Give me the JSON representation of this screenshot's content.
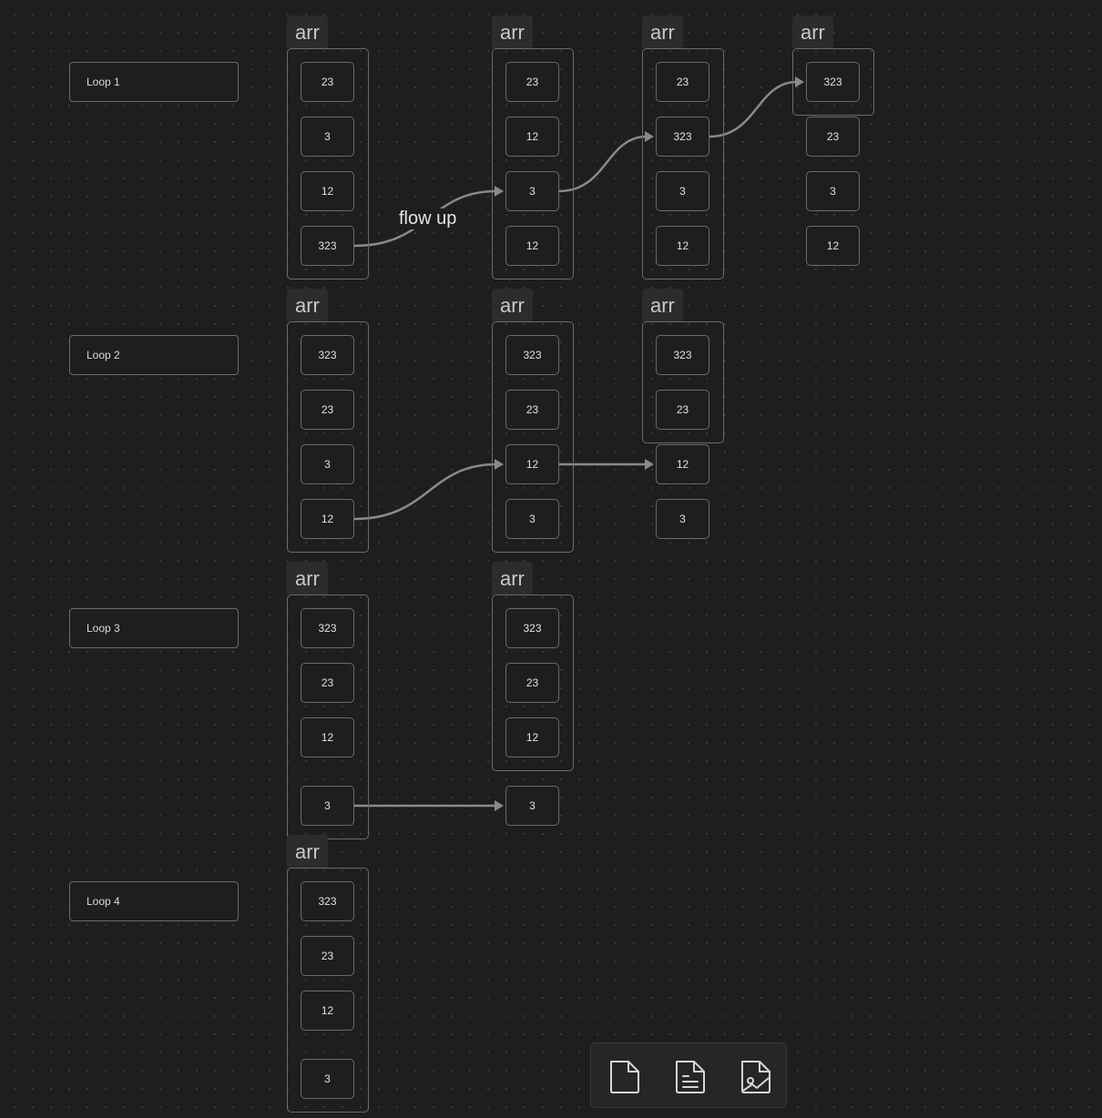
{
  "group_title": "arr",
  "edge_label": "flow up",
  "loops": [
    {
      "label": "Loop 1"
    },
    {
      "label": "Loop 2"
    },
    {
      "label": "Loop 3"
    },
    {
      "label": "Loop 4"
    }
  ],
  "columns": [
    {
      "loop": 0,
      "col": 0,
      "values": [
        "23",
        "3",
        "12",
        "323"
      ],
      "grouped": 4
    },
    {
      "loop": 0,
      "col": 1,
      "values": [
        "23",
        "12",
        "3",
        "12"
      ],
      "grouped": 4
    },
    {
      "loop": 0,
      "col": 2,
      "values": [
        "23",
        "323",
        "3",
        "12"
      ],
      "grouped": 4
    },
    {
      "loop": 0,
      "col": 3,
      "values": [
        "323",
        "23",
        "3",
        "12"
      ],
      "grouped": 1
    },
    {
      "loop": 1,
      "col": 0,
      "values": [
        "323",
        "23",
        "3",
        "12"
      ],
      "grouped": 4
    },
    {
      "loop": 1,
      "col": 1,
      "values": [
        "323",
        "23",
        "12",
        "3"
      ],
      "grouped": 4
    },
    {
      "loop": 1,
      "col": 2,
      "values": [
        "323",
        "23",
        "12",
        "3"
      ],
      "grouped": 2
    },
    {
      "loop": 2,
      "col": 0,
      "values": [
        "323",
        "23",
        "12",
        "3"
      ],
      "grouped": 4
    },
    {
      "loop": 2,
      "col": 1,
      "values": [
        "323",
        "23",
        "12",
        "3"
      ],
      "grouped": 3
    },
    {
      "loop": 3,
      "col": 0,
      "values": [
        "323",
        "23",
        "12",
        "3"
      ],
      "grouped": 4
    }
  ],
  "edges": [
    {
      "from": [
        0,
        3
      ],
      "to": [
        1,
        2
      ],
      "labeled": true
    },
    {
      "from": [
        1,
        2
      ],
      "to": [
        2,
        1
      ],
      "labeled": false
    },
    {
      "from": [
        2,
        1
      ],
      "to": [
        3,
        0
      ],
      "labeled": false
    },
    {
      "from": [
        4,
        3
      ],
      "to": [
        5,
        2
      ],
      "labeled": false
    },
    {
      "from": [
        5,
        2
      ],
      "to": [
        6,
        2
      ],
      "labeled": false
    },
    {
      "from": [
        7,
        3
      ],
      "to": [
        8,
        3
      ],
      "labeled": false
    }
  ],
  "toolbar": {
    "items": [
      {
        "icon": "blank-file-icon"
      },
      {
        "icon": "text-file-icon"
      },
      {
        "icon": "image-file-icon"
      }
    ]
  }
}
